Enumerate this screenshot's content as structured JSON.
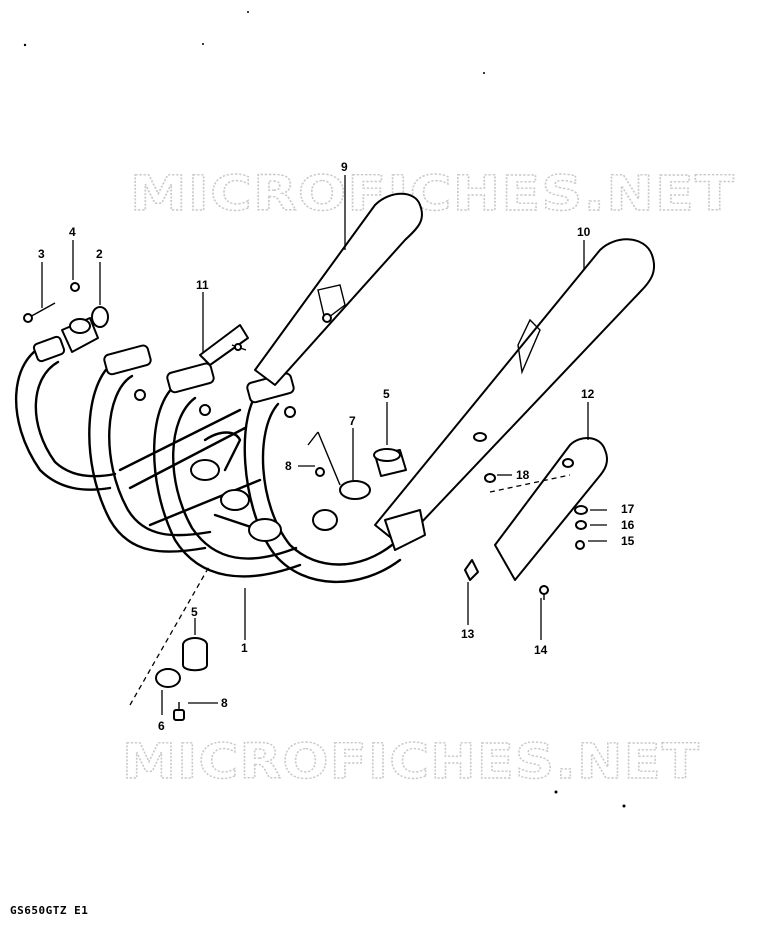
{
  "watermark": {
    "top_text": "MICROFICHES.NET",
    "bottom_text": "MICROFICHES.NET"
  },
  "model_code": "GS650GTZ E1",
  "callouts": [
    {
      "id": "c1",
      "label": "1"
    },
    {
      "id": "c2",
      "label": "2"
    },
    {
      "id": "c3",
      "label": "3"
    },
    {
      "id": "c4",
      "label": "4"
    },
    {
      "id": "c5a",
      "label": "5"
    },
    {
      "id": "c5b",
      "label": "5"
    },
    {
      "id": "c6",
      "label": "6"
    },
    {
      "id": "c7",
      "label": "7"
    },
    {
      "id": "c8a",
      "label": "8"
    },
    {
      "id": "c8b",
      "label": "8"
    },
    {
      "id": "c9",
      "label": "9"
    },
    {
      "id": "c10",
      "label": "10"
    },
    {
      "id": "c11",
      "label": "11"
    },
    {
      "id": "c12",
      "label": "12"
    },
    {
      "id": "c13",
      "label": "13"
    },
    {
      "id": "c14",
      "label": "14"
    },
    {
      "id": "c15",
      "label": "15"
    },
    {
      "id": "c16",
      "label": "16"
    },
    {
      "id": "c17",
      "label": "17"
    },
    {
      "id": "c18",
      "label": "18"
    }
  ]
}
